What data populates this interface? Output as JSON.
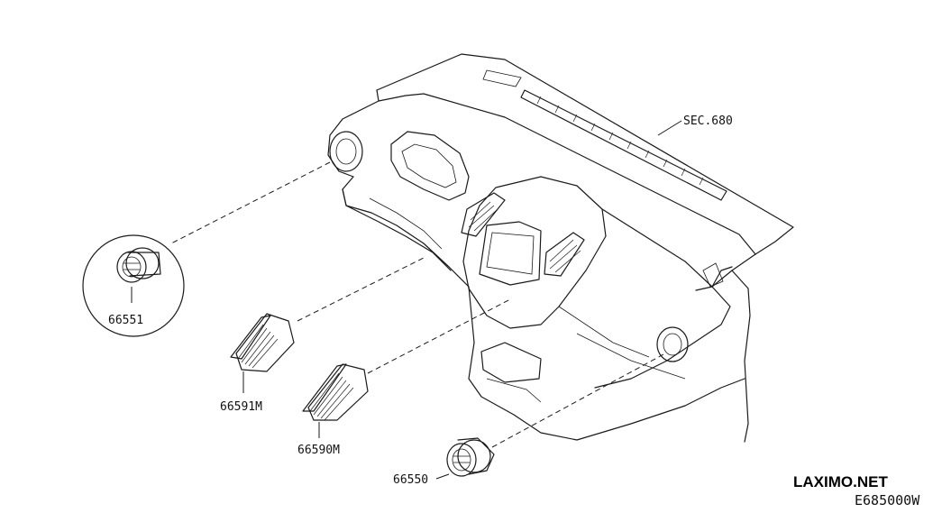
{
  "labels": {
    "sec": "SEC.680",
    "p66551": "66551",
    "p66591m": "66591M",
    "p66590m": "66590M",
    "p66550": "66550"
  },
  "brand": "LAXIMO.NET",
  "diagram_code": "E685000W"
}
